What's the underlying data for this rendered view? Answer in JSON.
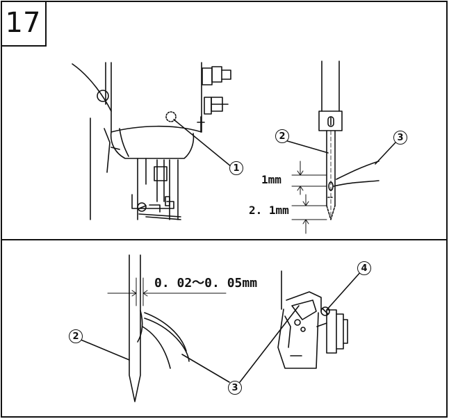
{
  "step_number": "17",
  "callouts": {
    "c1": "1",
    "c2_top": "2",
    "c3_top": "3",
    "c2_bottom": "2",
    "c3_bottom": "3",
    "c4": "4"
  },
  "dimensions": {
    "needle_gap_1": "1mm",
    "needle_gap_2": "2. 1mm",
    "hook_clearance": "0. 02～0. 05mm"
  }
}
